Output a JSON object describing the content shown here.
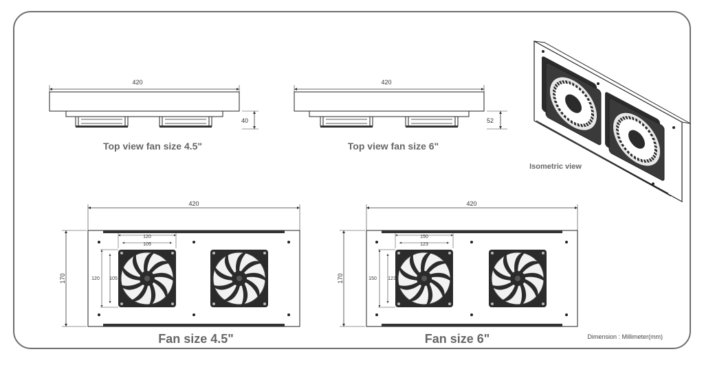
{
  "top_views": [
    {
      "width_label": "420",
      "depth_label": "40",
      "caption": "Top view fan size 4.5\""
    },
    {
      "width_label": "420",
      "depth_label": "52",
      "caption": "Top view fan size 6\""
    }
  ],
  "isometric": {
    "caption": "Isometric view"
  },
  "front_views": [
    {
      "width_label": "420",
      "height_label": "170",
      "fan_outer": "120",
      "fan_inner": "105",
      "caption": "Fan size 4.5\""
    },
    {
      "width_label": "420",
      "height_label": "170",
      "fan_outer": "150",
      "fan_inner": "123",
      "caption": "Fan size 6\""
    }
  ],
  "footer": {
    "dimension_note": "Dimension : Millimeter(mm)"
  },
  "colors": {
    "frame": "#6d6d6d",
    "line": "#222222",
    "caption": "#666666",
    "fan_body": "#2b2b2b"
  }
}
